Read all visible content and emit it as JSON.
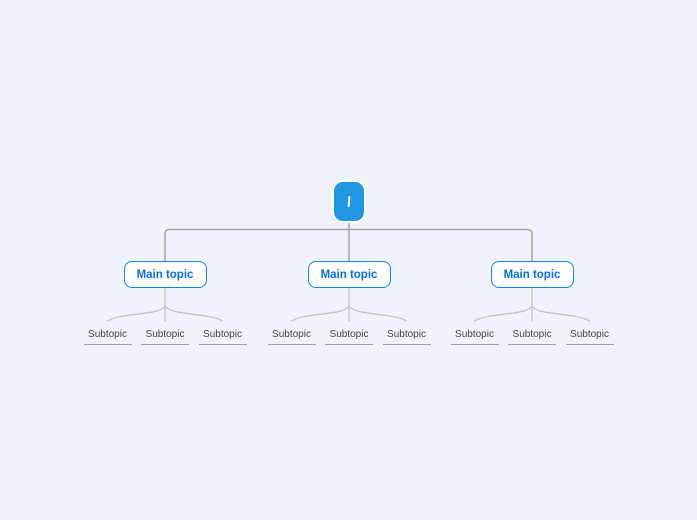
{
  "mindmap": {
    "root": {
      "label": "",
      "editing_caret": true
    },
    "branches": [
      {
        "label": "Main topic",
        "children": [
          "Subtopic",
          "Subtopic",
          "Subtopic"
        ]
      },
      {
        "label": "Main topic",
        "children": [
          "Subtopic",
          "Subtopic",
          "Subtopic"
        ]
      },
      {
        "label": "Main topic",
        "children": [
          "Subtopic",
          "Subtopic",
          "Subtopic"
        ]
      }
    ]
  },
  "colors": {
    "background": "#f0f3fb",
    "root_fill": "#2196e3",
    "node_border": "#1583e0",
    "node_text": "#0d6bd4",
    "connector": "#a2a6ad",
    "branch": "#bdc2c9",
    "subtopic_text": "#3d424a",
    "underline": "#9aa1ab"
  }
}
